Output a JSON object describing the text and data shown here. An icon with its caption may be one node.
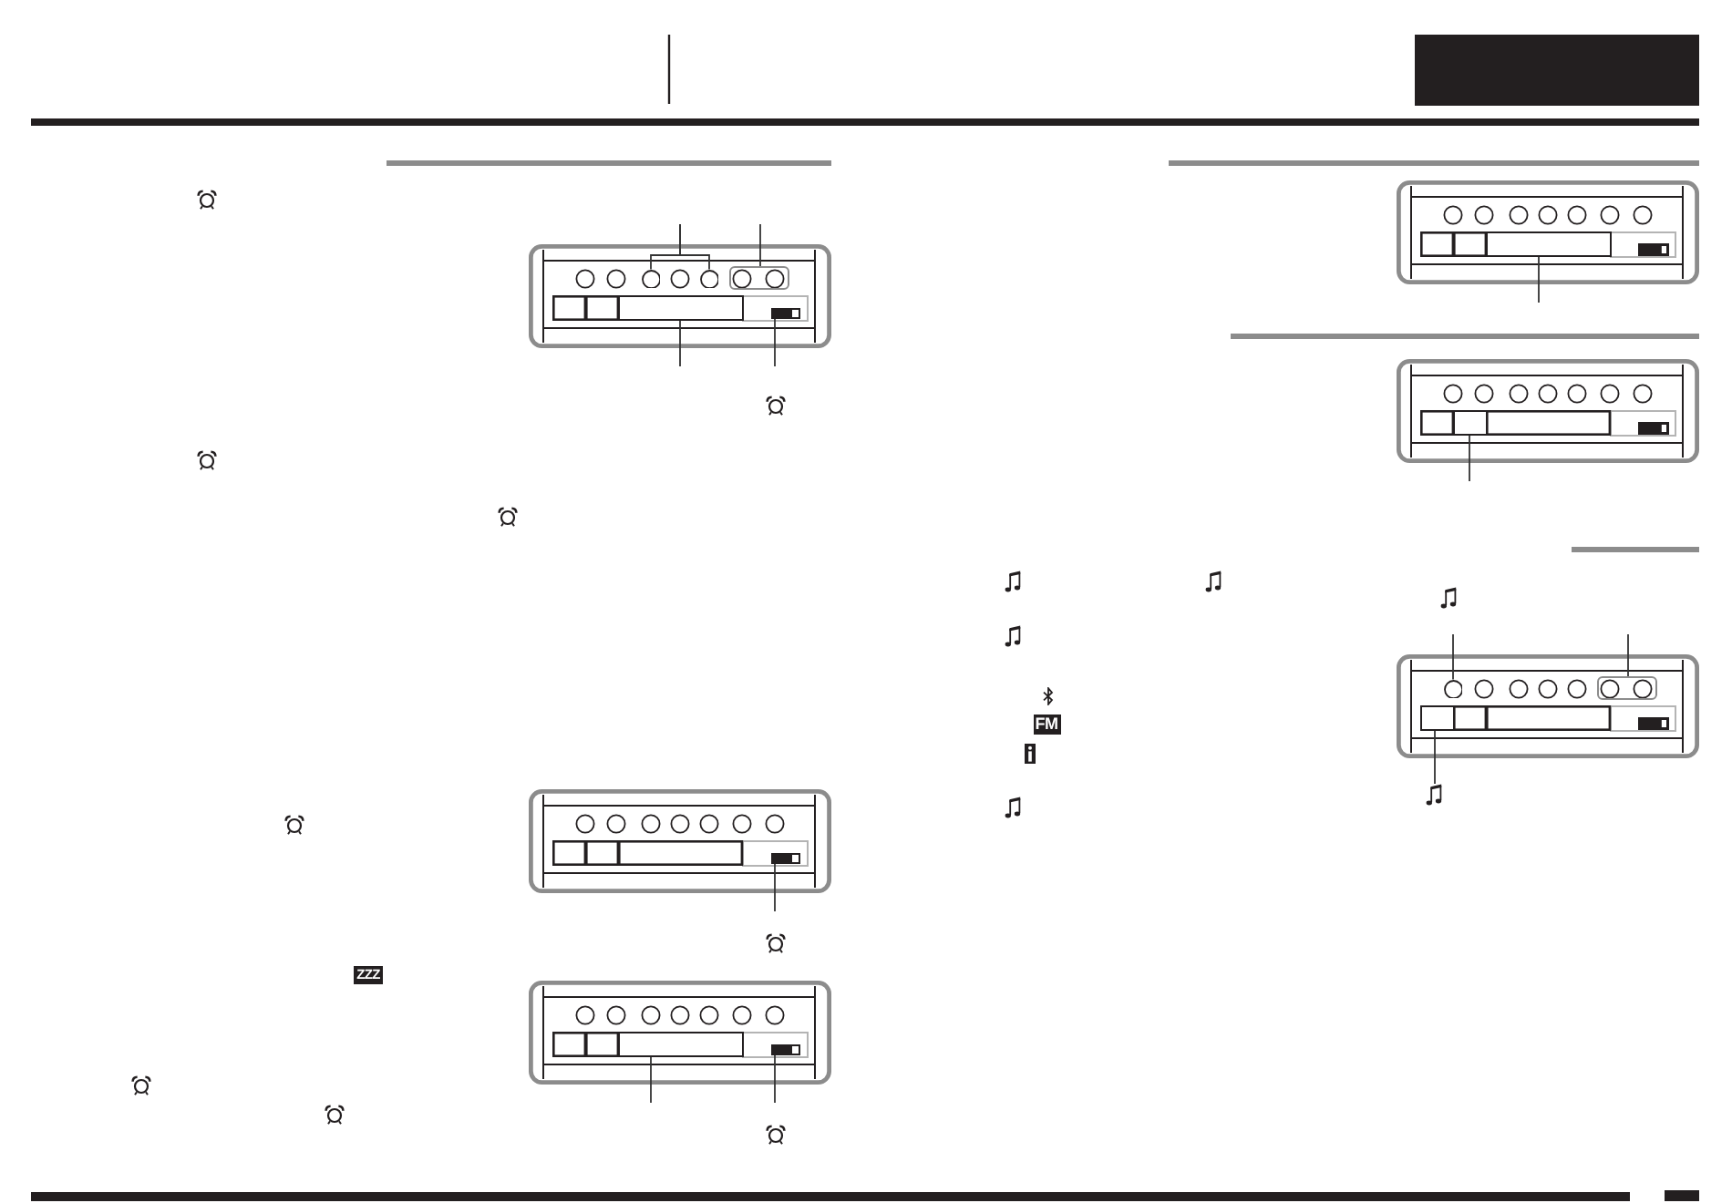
{
  "diagram": {
    "nodes": [
      {
        "text": [],
        "shape": "circle"
      },
      {
        "text": [],
        "shape": "circle"
      },
      {
        "text": [],
        "shape": "box"
      },
      {
        "text": [],
        "shape": "box"
      },
      {
        "text": [],
        "shape": "box"
      },
      {
        "text": [],
        "shape": "box"
      },
      {
        "text": [],
        "shape": "box"
      },
      {
        "text": [],
        "shape": "box"
      },
      {
        "text": [],
        "shape": "box"
      },
      {
        "text": [],
        "shape": "box"
      },
      {
        "text": [],
        "shape": "circle"
      },
      {
        "text": [],
        "shape": "box"
      },
      {
        "text": [],
        "shape": "box"
      },
      {
        "text": [],
        "shape": "picture"
      }
    ],
    "edges": [
      {
        "from": null,
        "to": 0,
        "arrow": "none"
      },
      {
        "from": null,
        "to": 1,
        "arrow": "none"
      },
      {
        "from": null,
        "to": 2,
        "arrow": "none"
      },
      {
        "from": null,
        "to": 3,
        "arrow": "none"
      },
      {
        "from": null,
        "to": 4,
        "arrow": "none"
      },
      {
        "from": null,
        "to": 5,
        "arrow": "none"
      },
      {
        "from": null,
        "to": 6,
        "arrow": "none"
      },
      {
        "from": null,
        "to": 7,
        "arrow": "none"
      },
      {
        "from": null,
        "to": 8,
        "arrow": "none"
      },
      {
        "from": null,
        "to": 9,
        "arrow": "none"
      },
      {
        "from": null,
        "to": 10,
        "arrow": "none"
      },
      {
        "from": null,
        "to": 11,
        "arrow": "none"
      },
      {
        "from": 13,
        "to": 12,
        "arrow": "none"
      }
    ],
    "labels": [
      "ZZZ",
      "FM"
    ]
  }
}
